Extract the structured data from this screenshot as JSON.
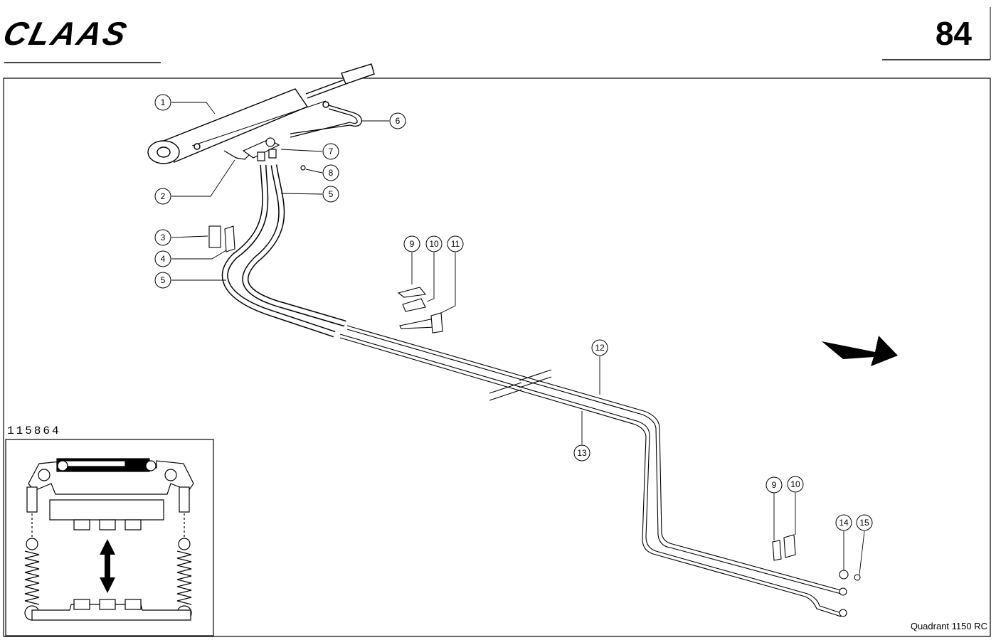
{
  "header": {
    "brand": "CLAAS",
    "page_number": "84"
  },
  "figure": {
    "reference_number": "115864",
    "model": "Quadrant 1150 RC"
  },
  "callouts": [
    "1",
    "2",
    "3",
    "4",
    "5",
    "5",
    "6",
    "7",
    "8",
    "9",
    "10",
    "11",
    "12",
    "13",
    "9",
    "10",
    "14",
    "15"
  ],
  "icons": [
    "direction-arrow-icon",
    "double-arrow-icon"
  ]
}
